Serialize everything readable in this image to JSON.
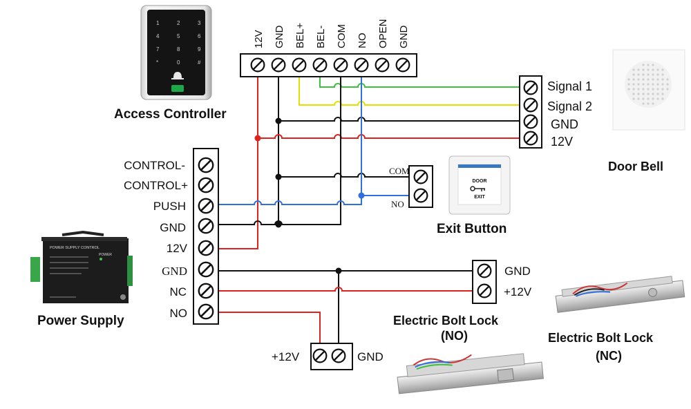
{
  "top_terminal": {
    "labels": [
      "12V",
      "GND",
      "BEL+",
      "BEL-",
      "COM",
      "NO",
      "OPEN",
      "GND"
    ]
  },
  "access_controller": {
    "title": "Access Controller",
    "keypad": [
      "1",
      "2",
      "3",
      "4",
      "5",
      "6",
      "7",
      "8",
      "9",
      "*",
      "0",
      "#"
    ]
  },
  "door_bell": {
    "title": "Door Bell",
    "terminals": [
      "Signal 1",
      "Signal 2",
      "GND",
      "12V"
    ]
  },
  "exit_button": {
    "title": "Exit Button",
    "terminals": [
      "COM",
      "NO"
    ],
    "face_text": [
      "DOOR",
      "EXIT"
    ]
  },
  "power_supply": {
    "title": "Power Supply",
    "terminals": [
      "CONTROL-",
      "CONTROL+",
      "PUSH",
      "GND",
      "12V",
      "GND",
      "NC",
      "NO"
    ],
    "device_label": "POWER SUPPLY CONTROL",
    "device_power": "POWER"
  },
  "bolt_lock_nc": {
    "title_line1": "Electric Bolt Lock",
    "title_line2": "(NC)",
    "terminals": [
      "GND",
      "+12V"
    ]
  },
  "bolt_lock_no": {
    "title_line1": "Electric Bolt Lock",
    "title_line2": "(NO)",
    "terminal_left": "+12V",
    "terminal_right": "GND"
  },
  "colors": {
    "red": "#e0221e",
    "black": "#111111",
    "blue": "#2f6fe0",
    "green": "#3cc13c",
    "yellow": "#e3e000"
  }
}
